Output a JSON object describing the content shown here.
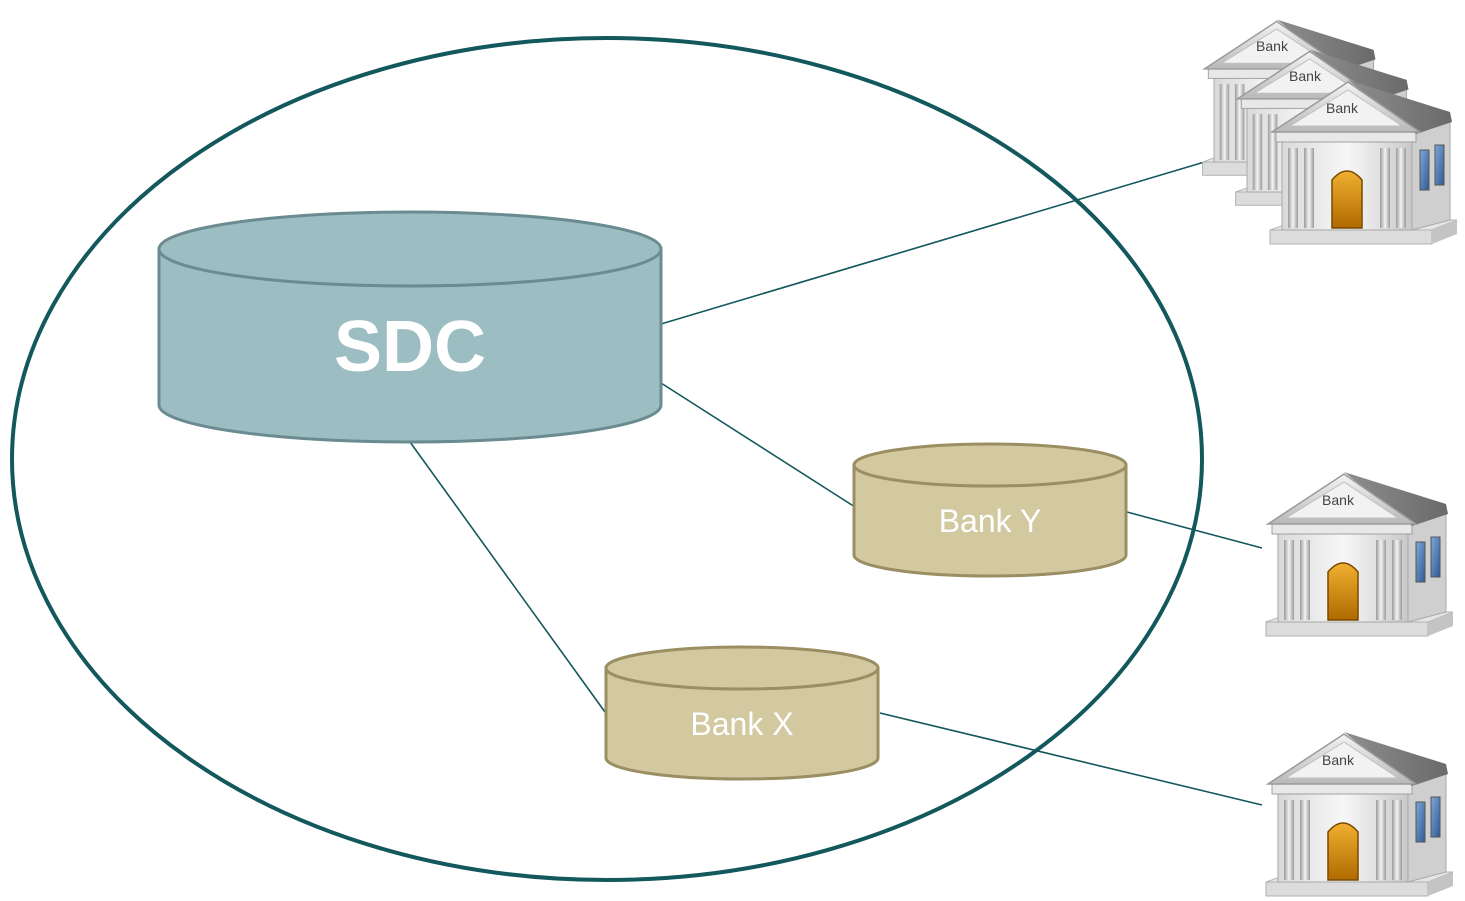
{
  "diagram": {
    "colors": {
      "boundary": "#13585c",
      "connector": "#13585c",
      "sdc_fill": "#9cbec2",
      "sdc_stroke": "#6a8c90",
      "bank_db_fill": "#d3c9a0",
      "bank_db_stroke": "#9a8e62",
      "label_text": "#ffffff"
    },
    "nodes": {
      "sdc": {
        "label": "SDC",
        "shape": "cylinder"
      },
      "bank_y": {
        "label": "Bank Y",
        "shape": "cylinder"
      },
      "bank_x": {
        "label": "Bank X",
        "shape": "cylinder"
      }
    },
    "bank_icons": [
      {
        "icon": "bank-building-icon",
        "sign": "Bank",
        "count": 3
      },
      {
        "icon": "bank-building-icon",
        "sign": "Bank",
        "count": 1
      },
      {
        "icon": "bank-building-icon",
        "sign": "Bank",
        "count": 1
      }
    ],
    "edges": [
      {
        "from": "sdc",
        "to": "bank_icon_group_1"
      },
      {
        "from": "sdc",
        "to": "bank_y"
      },
      {
        "from": "sdc",
        "to": "bank_x"
      },
      {
        "from": "bank_y",
        "to": "bank_icon_2"
      },
      {
        "from": "bank_x",
        "to": "bank_icon_3"
      }
    ]
  }
}
